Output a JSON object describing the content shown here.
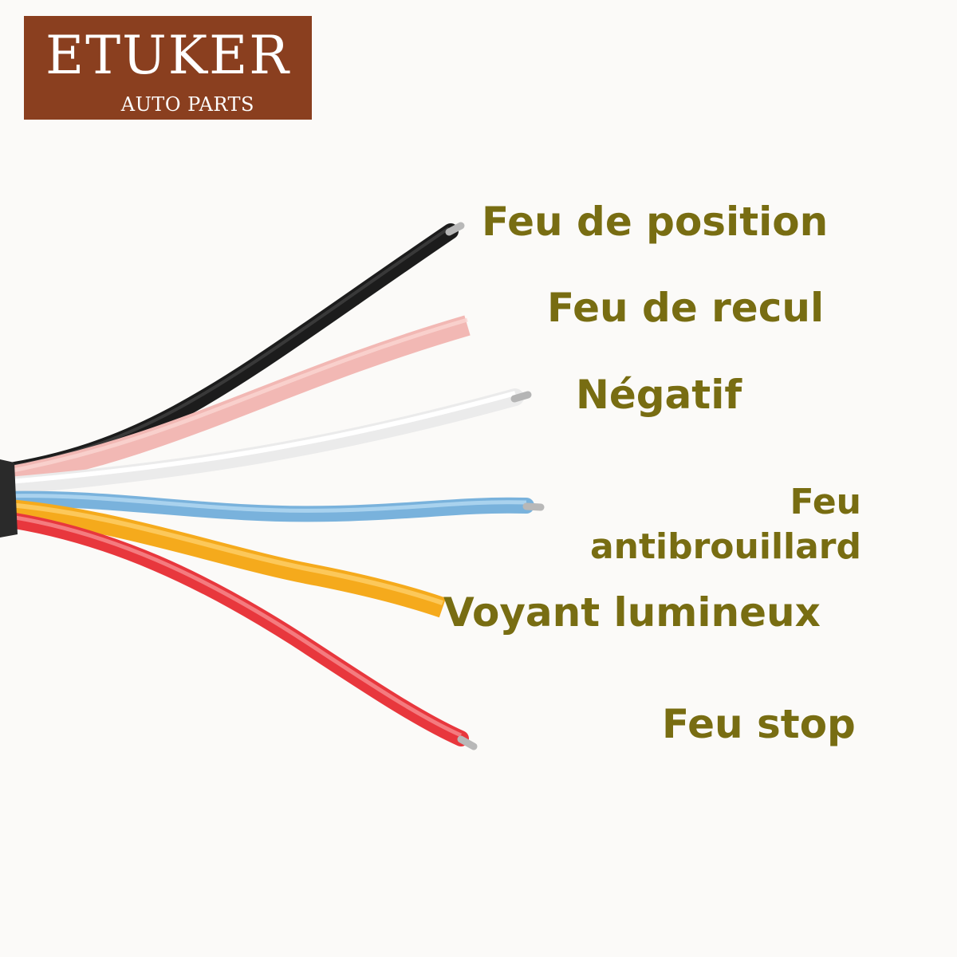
{
  "logo": {
    "brand": "ETUKER",
    "tagline": "AUTO PARTS",
    "background_color": "#8a3f1f"
  },
  "label_color": "#786d12",
  "wires": [
    {
      "name": "black-wire",
      "color": "#1c1c1c",
      "label": "Feu de position"
    },
    {
      "name": "pink-wire",
      "color": "#f2b8b4",
      "label": "Feu de recul"
    },
    {
      "name": "white-wire",
      "color": "#f2f2f2",
      "label": "Négatif"
    },
    {
      "name": "blue-wire",
      "color": "#79b2dc",
      "label_line1": "Feu",
      "label_line2": "antibrouillard"
    },
    {
      "name": "yellow-wire",
      "color": "#f5aa1c",
      "label": "Voyant lumineux"
    },
    {
      "name": "red-wire",
      "color": "#e8373d",
      "label": "Feu stop"
    }
  ]
}
